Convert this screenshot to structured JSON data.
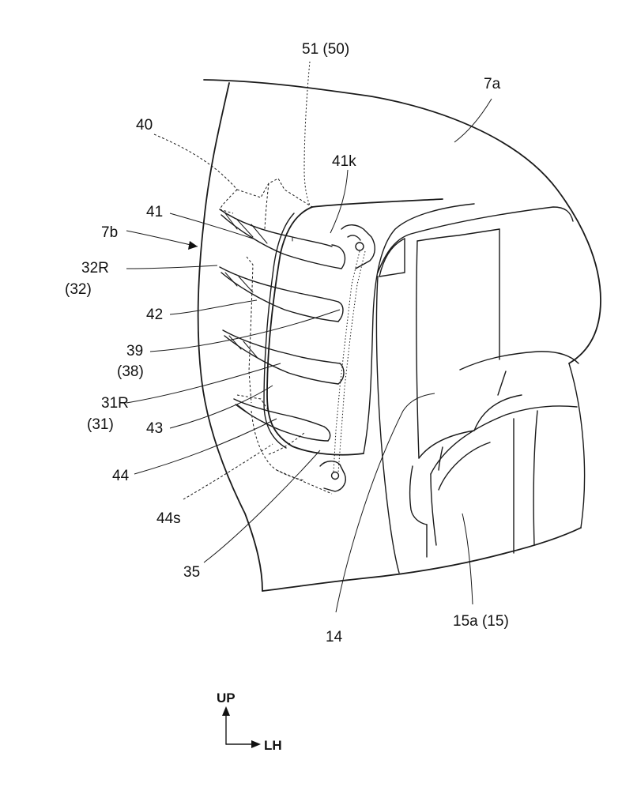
{
  "labels": {
    "l_51": "51 (50)",
    "l_7a": "7a",
    "l_40": "40",
    "l_41k": "41k",
    "l_41": "41",
    "l_7b": "7b",
    "l_32r": "32R",
    "l_32": "(32)",
    "l_42": "42",
    "l_39": "39",
    "l_38": "(38)",
    "l_31r": "31R",
    "l_31": "(31)",
    "l_43": "43",
    "l_44": "44",
    "l_44s": "44s",
    "l_35": "35",
    "l_14": "14",
    "l_15a": "15a (15)"
  },
  "axes": {
    "up": "UP",
    "lh": "LH"
  }
}
